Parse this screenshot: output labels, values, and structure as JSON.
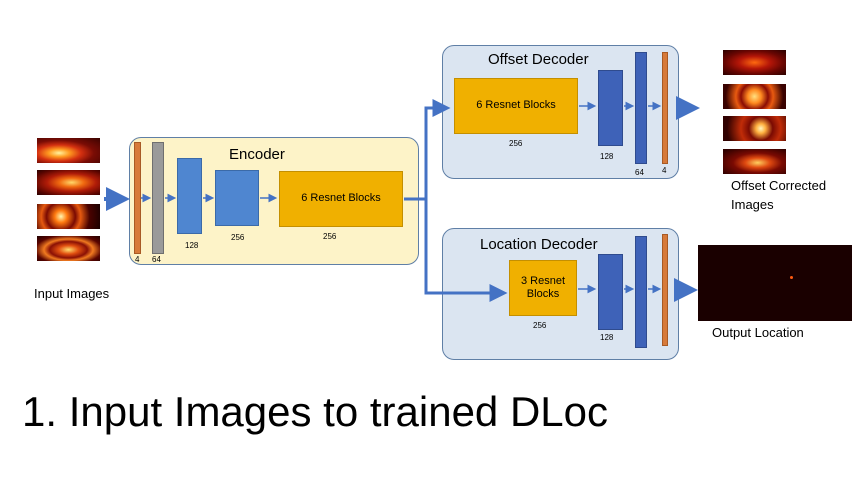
{
  "input_label": "Input Images",
  "encoder": {
    "title": "Encoder",
    "dims": {
      "bar1": "4",
      "bar2": "64",
      "conv1": "128",
      "conv2": "256",
      "resnet": "256"
    },
    "resnet_label": "6 Resnet Blocks"
  },
  "offset_decoder": {
    "title": "Offset Decoder",
    "resnet_label": "6 Resnet Blocks",
    "dims": {
      "resnet": "256",
      "conv1": "128",
      "conv2": "64",
      "out": "4"
    }
  },
  "location_decoder": {
    "title": "Location Decoder",
    "resnet_label": "3 Resnet Blocks",
    "dims": {
      "resnet": "256",
      "conv1": "128"
    }
  },
  "offset_output_label": "Offset Corrected Images",
  "location_output_label": "Output Location",
  "slide_title": "1. Input Images to trained DLoc",
  "colors": {
    "encoder_bg": "#fdf3c8",
    "decoder_bg": "#dbe5f1",
    "resnet": "#f0b000",
    "conv": "#4f86d0",
    "arrow": "#4472c4"
  }
}
